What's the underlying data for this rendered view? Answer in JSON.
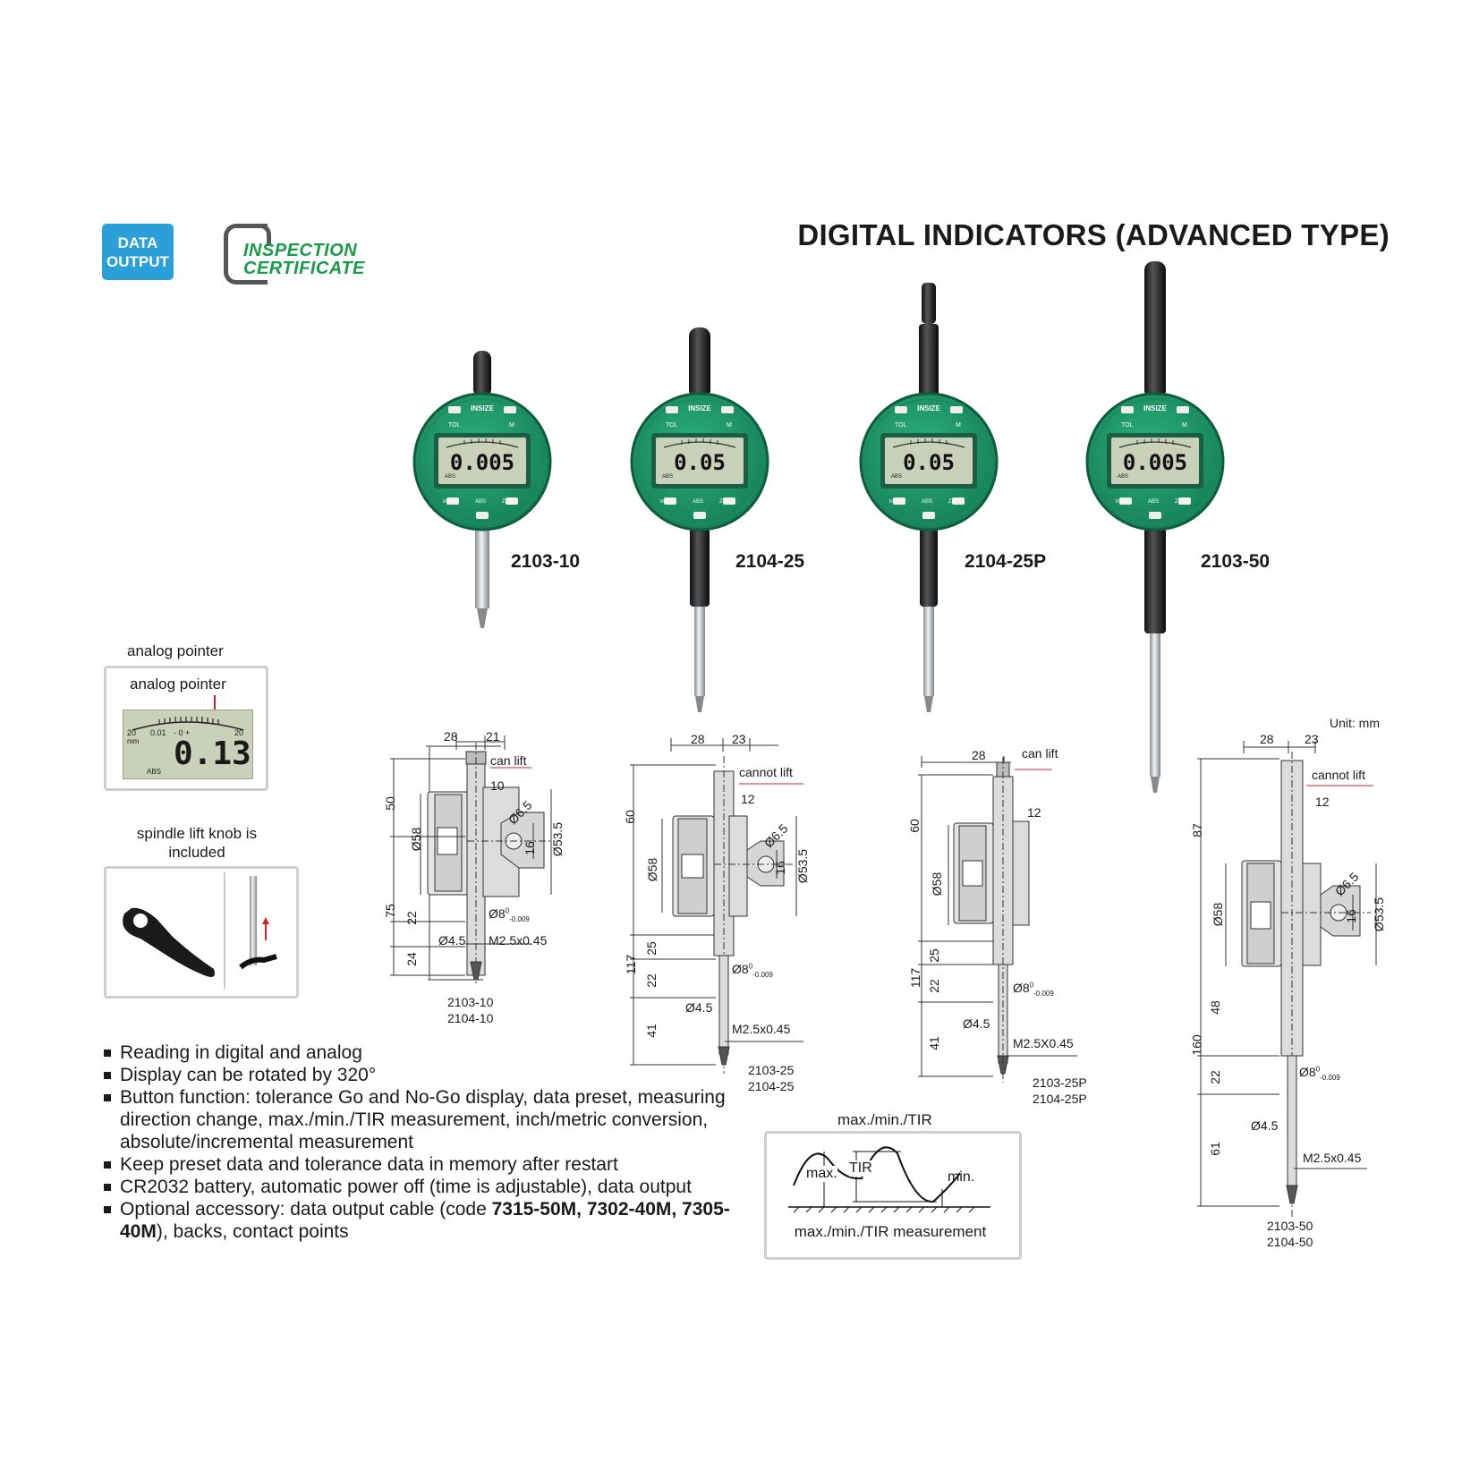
{
  "header": {
    "badge_line1": "DATA",
    "badge_line2": "OUTPUT",
    "cert_line1": "INSPECTION",
    "cert_line2": "CERTIFICATE",
    "title": "DIGITAL INDICATORS (ADVANCED TYPE)"
  },
  "products": [
    {
      "model": "2103-10",
      "reading": "0.005"
    },
    {
      "model": "2104-25",
      "reading": "0.05"
    },
    {
      "model": "2104-25P",
      "reading": "0.05"
    },
    {
      "model": "2103-50",
      "reading": "0.005"
    }
  ],
  "dial": {
    "brand": "INSIZE",
    "btn_tol": "TOL",
    "btn_m": "M",
    "btn_inmm": "in/mm",
    "btn_abs": "ABS",
    "btn_zero": "ZERO",
    "lcd_res": "0.01",
    "lcd_sign": "- 0 +",
    "lcd_abs": "ABS"
  },
  "analog": {
    "caption": "analog pointer",
    "inner_label": "analog pointer",
    "reading": "0.13",
    "scale_left": "20",
    "scale_right": "20",
    "unit": "mm",
    "res": "0.01",
    "sign": "- 0 +",
    "abs": "ABS"
  },
  "knob": {
    "caption_line1": "spindle lift knob is",
    "caption_line2": "included"
  },
  "tir": {
    "caption": "max./min./TIR",
    "label_max": "max.",
    "label_tir": "TIR",
    "label_min": "min.",
    "footer": "max./min./TIR measurement"
  },
  "unit_note": "Unit: mm",
  "drawings": {
    "d1": {
      "w1": "28",
      "w2": "21",
      "lift": "can lift",
      "d10": "10",
      "h50": "50",
      "h75": "75",
      "h22": "22",
      "h24": "24",
      "d58": "Ø58",
      "d65": "Ø6.5",
      "d16": "16",
      "d535": "Ø53.5",
      "d8": "Ø8",
      "tol_up": "0",
      "tol_dn": "-0.009",
      "d45": "Ø4.5",
      "m25": "M2.5x0.45",
      "cap1": "2103-10",
      "cap2": "2104-10"
    },
    "d2": {
      "w1": "28",
      "w2": "23",
      "lift": "cannot lift",
      "d12": "12",
      "h60": "60",
      "h117": "117",
      "h25": "25",
      "h22": "22",
      "h41": "41",
      "d58": "Ø58",
      "d65": "Ø6.5",
      "d16": "16",
      "d535": "Ø53.5",
      "d8": "Ø8",
      "tol_up": "0",
      "tol_dn": "-0.009",
      "d45": "Ø4.5",
      "m25": "M2.5x0.45",
      "cap1": "2103-25",
      "cap2": "2104-25"
    },
    "d3": {
      "w1": "28",
      "lift": "can lift",
      "d12": "12",
      "h60": "60",
      "h117": "117",
      "h25": "25",
      "h22": "22",
      "h41": "41",
      "d58": "Ø58",
      "d8": "Ø8",
      "tol_up": "0",
      "tol_dn": "-0.009",
      "d45": "Ø4.5",
      "m25": "M2.5X0.45",
      "cap1": "2103-25P",
      "cap2": "2104-25P"
    },
    "d4": {
      "w1": "28",
      "w2": "23",
      "lift": "cannot lift",
      "d12": "12",
      "h87": "87",
      "h160": "160",
      "h48": "48",
      "h22": "22",
      "h61": "61",
      "d58": "Ø58",
      "d65": "Ø6.5",
      "d16": "16",
      "d535": "Ø53.5",
      "d8": "Ø8",
      "tol_up": "0",
      "tol_dn": "-0.009",
      "d45": "Ø4.5",
      "m25": "M2.5x0.45",
      "cap1": "2103-50",
      "cap2": "2104-50"
    }
  },
  "features": [
    "Reading in digital and analog",
    "Display can be rotated by 320°",
    "Button function: tolerance Go and No-Go display, data preset, measuring direction change, max./min./TIR measurement, inch/metric conversion, absolute/incremental measurement",
    "Keep preset data and tolerance data in memory after restart",
    "CR2032 battery, automatic power off (time is adjustable), data output"
  ],
  "accessory": {
    "prefix": "Optional accessory: data output cable (code ",
    "codes": "7315-50M, 7302-40M, 7305-40M",
    "suffix": "), backs, contact points"
  },
  "colors": {
    "dial_green": "#1f9a6a",
    "lcd": "#c9d2b8",
    "badge_blue": "#2a9fd8",
    "cert_green": "#1a9a4a",
    "accent_red": "#d8202a"
  }
}
